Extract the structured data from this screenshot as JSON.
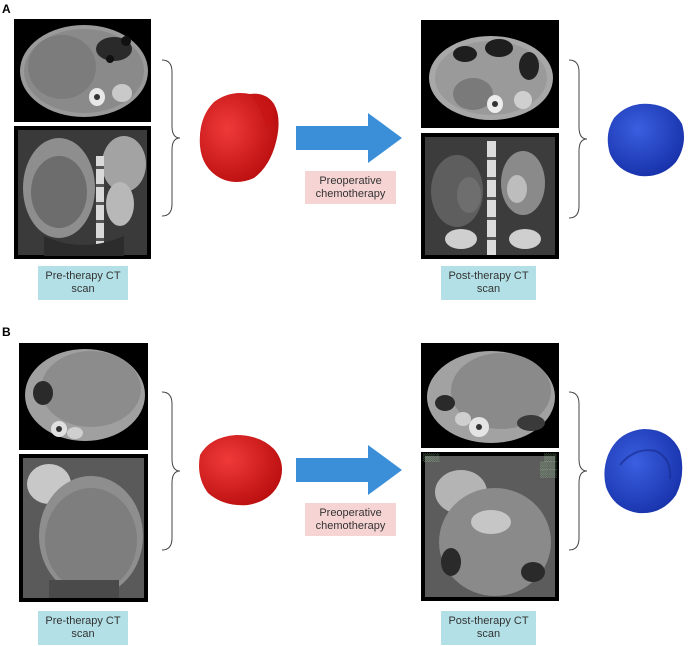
{
  "panels": [
    {
      "letter": "A",
      "pre_label": "Pre-therapy CT\nscan",
      "chemo_label": "Preoperative\nchemotherapy",
      "post_label": "Post-therapy CT\nscan"
    },
    {
      "letter": "B",
      "pre_label": "Pre-therapy CT\nscan",
      "chemo_label": "Preoperative\nchemotherapy",
      "post_label": "Post-therapy CT\nscan"
    }
  ],
  "colors": {
    "arrow": "#3b8fd9",
    "pre_model": "#e01818",
    "post_model": "#1f3ec8",
    "label_bg": "#b3e0e6",
    "chemo_bg": "#f7d4d4"
  },
  "icons": {
    "arrow": "right-arrow-icon",
    "brace": "right-curly-brace"
  }
}
